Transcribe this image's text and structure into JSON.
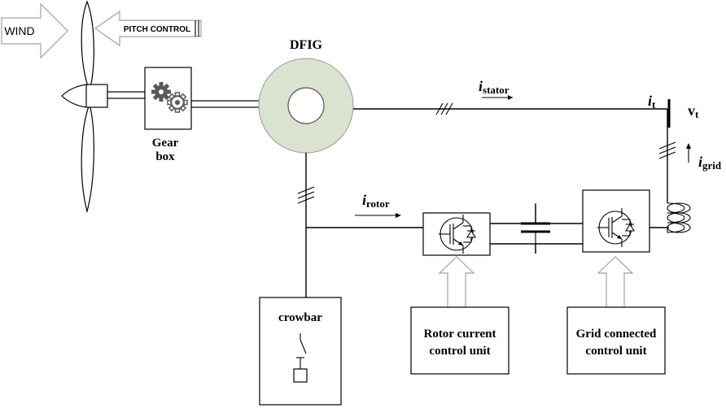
{
  "inputs": {
    "wind_label": "WIND",
    "pitch_label": "PITCH CONTROL"
  },
  "generator": {
    "title": "DFIG",
    "ring_color": "#d9e3cf"
  },
  "gearbox": {
    "label_line1": "Gear",
    "label_line2": "box",
    "gear_color_dark": "#555a5f",
    "gear_color_light": "#7a7f84"
  },
  "currents": {
    "stator": {
      "symbol": "i",
      "subscript": "stator"
    },
    "rotor": {
      "symbol": "i",
      "subscript": "rotor"
    },
    "grid": {
      "symbol": "i",
      "subscript": "grid"
    },
    "terminal": {
      "symbol": "i",
      "subscript": "t"
    }
  },
  "voltage": {
    "symbol": "v",
    "subscript": "t"
  },
  "crowbar": {
    "label": "crowbar"
  },
  "control_units": {
    "rotor": {
      "line1": "Rotor current",
      "line2": "control unit"
    },
    "grid": {
      "line1": "Grid connected",
      "line2": "control unit"
    }
  },
  "converters": {
    "rotor_side": "converter-switch",
    "grid_side": "converter-switch",
    "dc_link": "capacitor"
  }
}
